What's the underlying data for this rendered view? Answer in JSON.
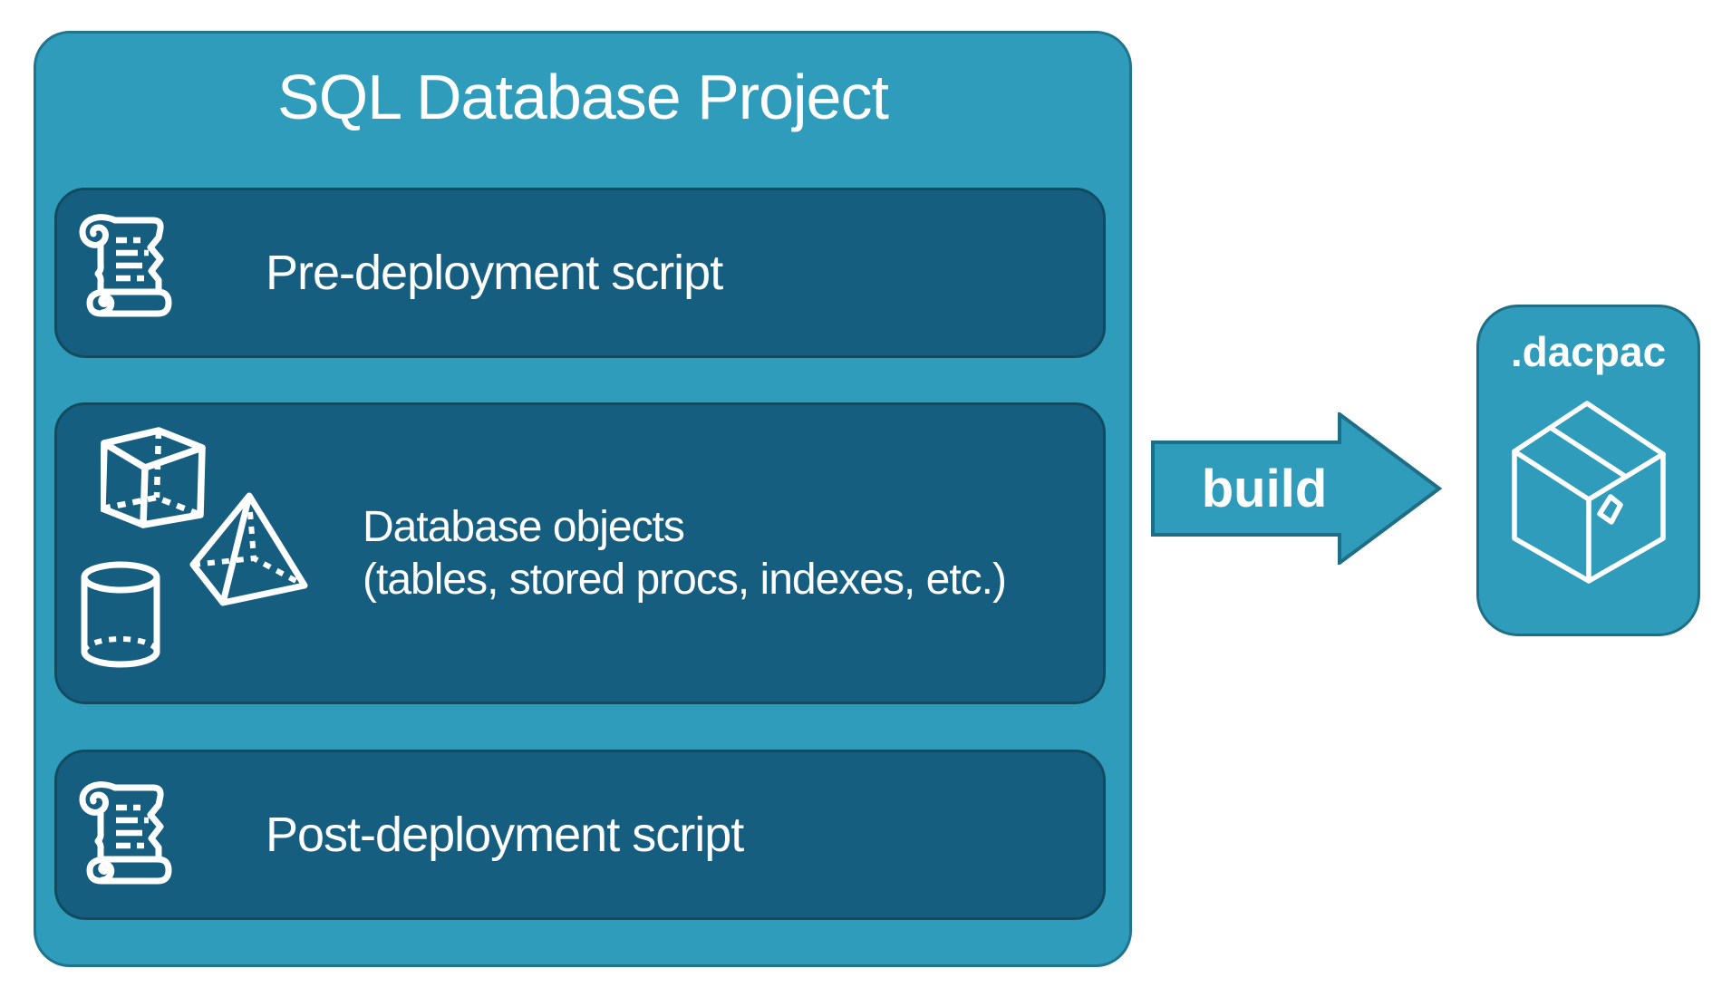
{
  "project": {
    "title": "SQL Database Project",
    "items": [
      {
        "icon": "scroll-icon",
        "label": "Pre-deployment script"
      },
      {
        "icon": "geometric-shapes-icon",
        "label": "Database objects",
        "sublabel": "(tables, stored procs, indexes, etc.)"
      },
      {
        "icon": "scroll-icon",
        "label": "Post-deployment script"
      }
    ]
  },
  "arrow": {
    "label": "build"
  },
  "output": {
    "label": ".dacpac",
    "icon": "package-icon"
  },
  "colors": {
    "background": "#FFFFFF",
    "container_fill": "#2E9CBA",
    "container_border": "#1F7590",
    "item_fill": "#165E80",
    "item_border": "#114B60",
    "arrow_fill": "#2E9CBA",
    "arrow_border": "#1E6E87",
    "text": "#FFFFFF"
  }
}
